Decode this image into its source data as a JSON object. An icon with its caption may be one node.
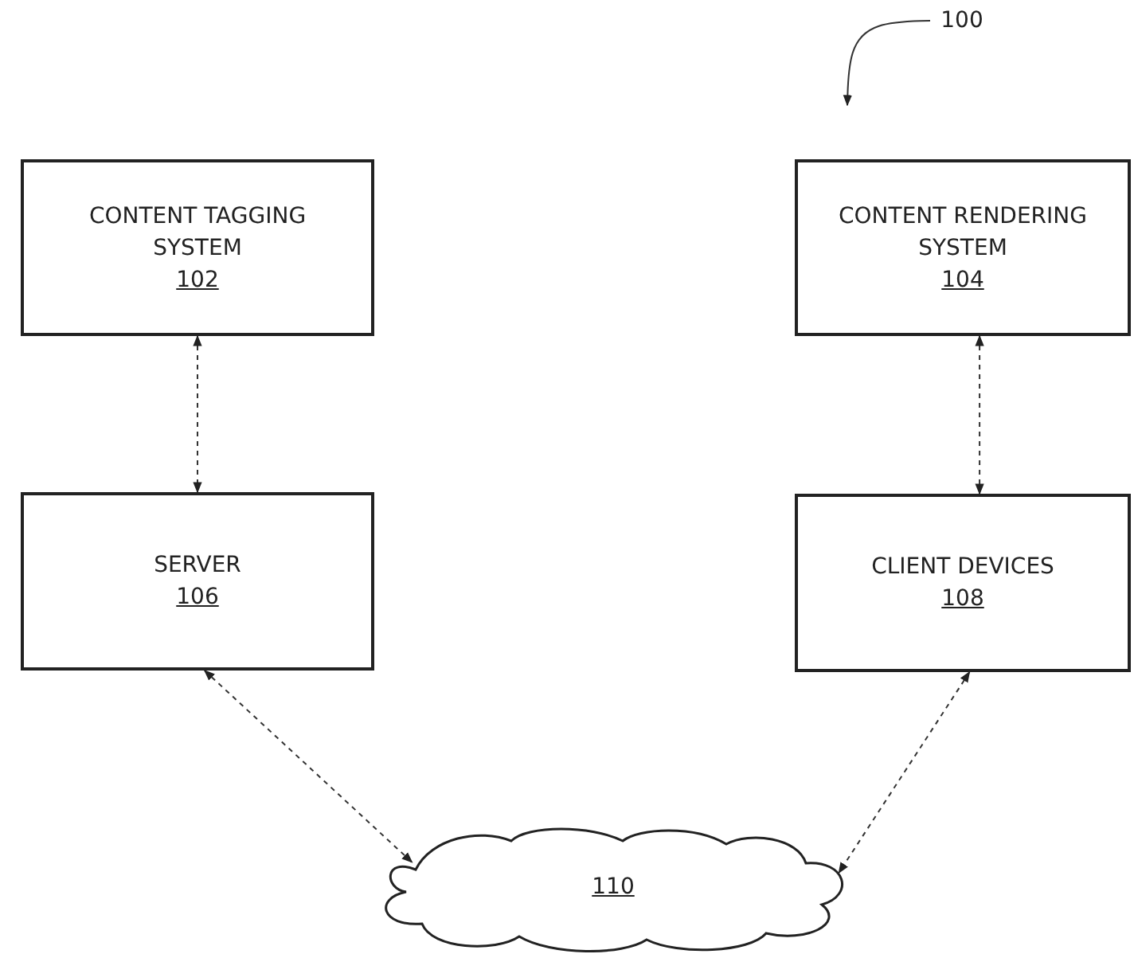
{
  "diagram": {
    "nodes": [
      {
        "text": [
          "100"
        ]
      },
      {
        "text": [
          "CONTENT TAGGING SYSTEM",
          "102"
        ]
      },
      {
        "text": [
          "CONTENT RENDERING SYSTEM",
          "104"
        ]
      },
      {
        "text": [
          "SERVER",
          "106"
        ]
      },
      {
        "text": [
          "CLIENT DEVICES",
          "108"
        ]
      },
      {
        "text": [
          "110"
        ]
      }
    ],
    "edges": [
      {
        "from": 0,
        "to": null,
        "arrow": "to"
      },
      {
        "from": 1,
        "to": 3,
        "arrow": "both",
        "style": "dashed"
      },
      {
        "from": 2,
        "to": 4,
        "arrow": "both",
        "style": "dashed"
      },
      {
        "from": 3,
        "to": 5,
        "arrow": "both",
        "style": "dashed"
      },
      {
        "from": 4,
        "to": 5,
        "arrow": "both",
        "style": "dashed"
      }
    ]
  }
}
